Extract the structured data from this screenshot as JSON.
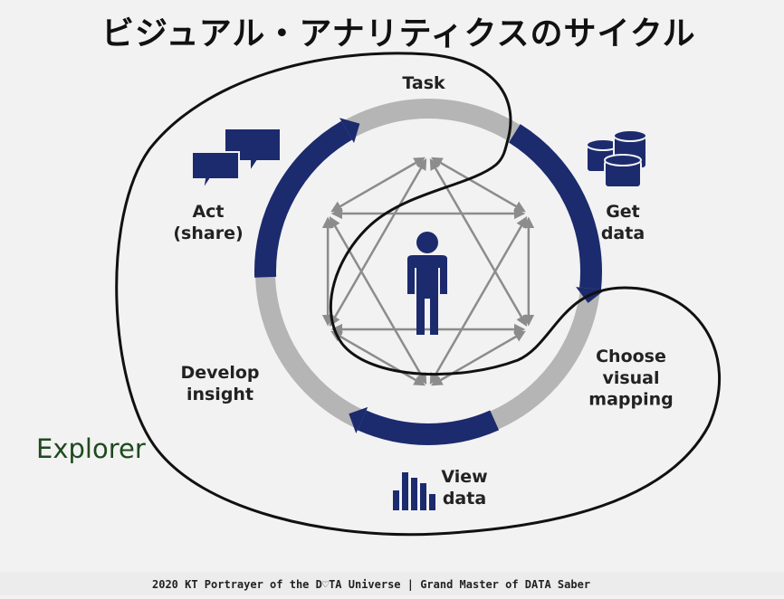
{
  "title": "ビジュアル・アナリティクスのサイクル",
  "nodes": {
    "task": {
      "lines": [
        "Task"
      ]
    },
    "get_data": {
      "lines": [
        "Get",
        "data"
      ]
    },
    "choose_visual_mapping": {
      "lines": [
        "Choose",
        "visual",
        "mapping"
      ]
    },
    "view_data": {
      "lines": [
        "View",
        "data"
      ]
    },
    "develop_insight": {
      "lines": [
        "Develop",
        "insight"
      ]
    },
    "act_share": {
      "lines": [
        "Act",
        "(share)"
      ]
    }
  },
  "explorer_label": "Explorer",
  "footer": "2020 KT  Portrayer of the D♡TA Universe | Grand Master of DATA Saber",
  "colors": {
    "dark_navy": "#1c2a6e",
    "ring_gray": "#b5b5b5",
    "arrow_gray": "#8c8c8c",
    "explorer_green": "#1e4a1e"
  },
  "icons": {
    "center": "person-icon",
    "get_data": "database-icon",
    "view_data": "bar-chart-icon",
    "act_share": "speech-bubbles-icon"
  }
}
